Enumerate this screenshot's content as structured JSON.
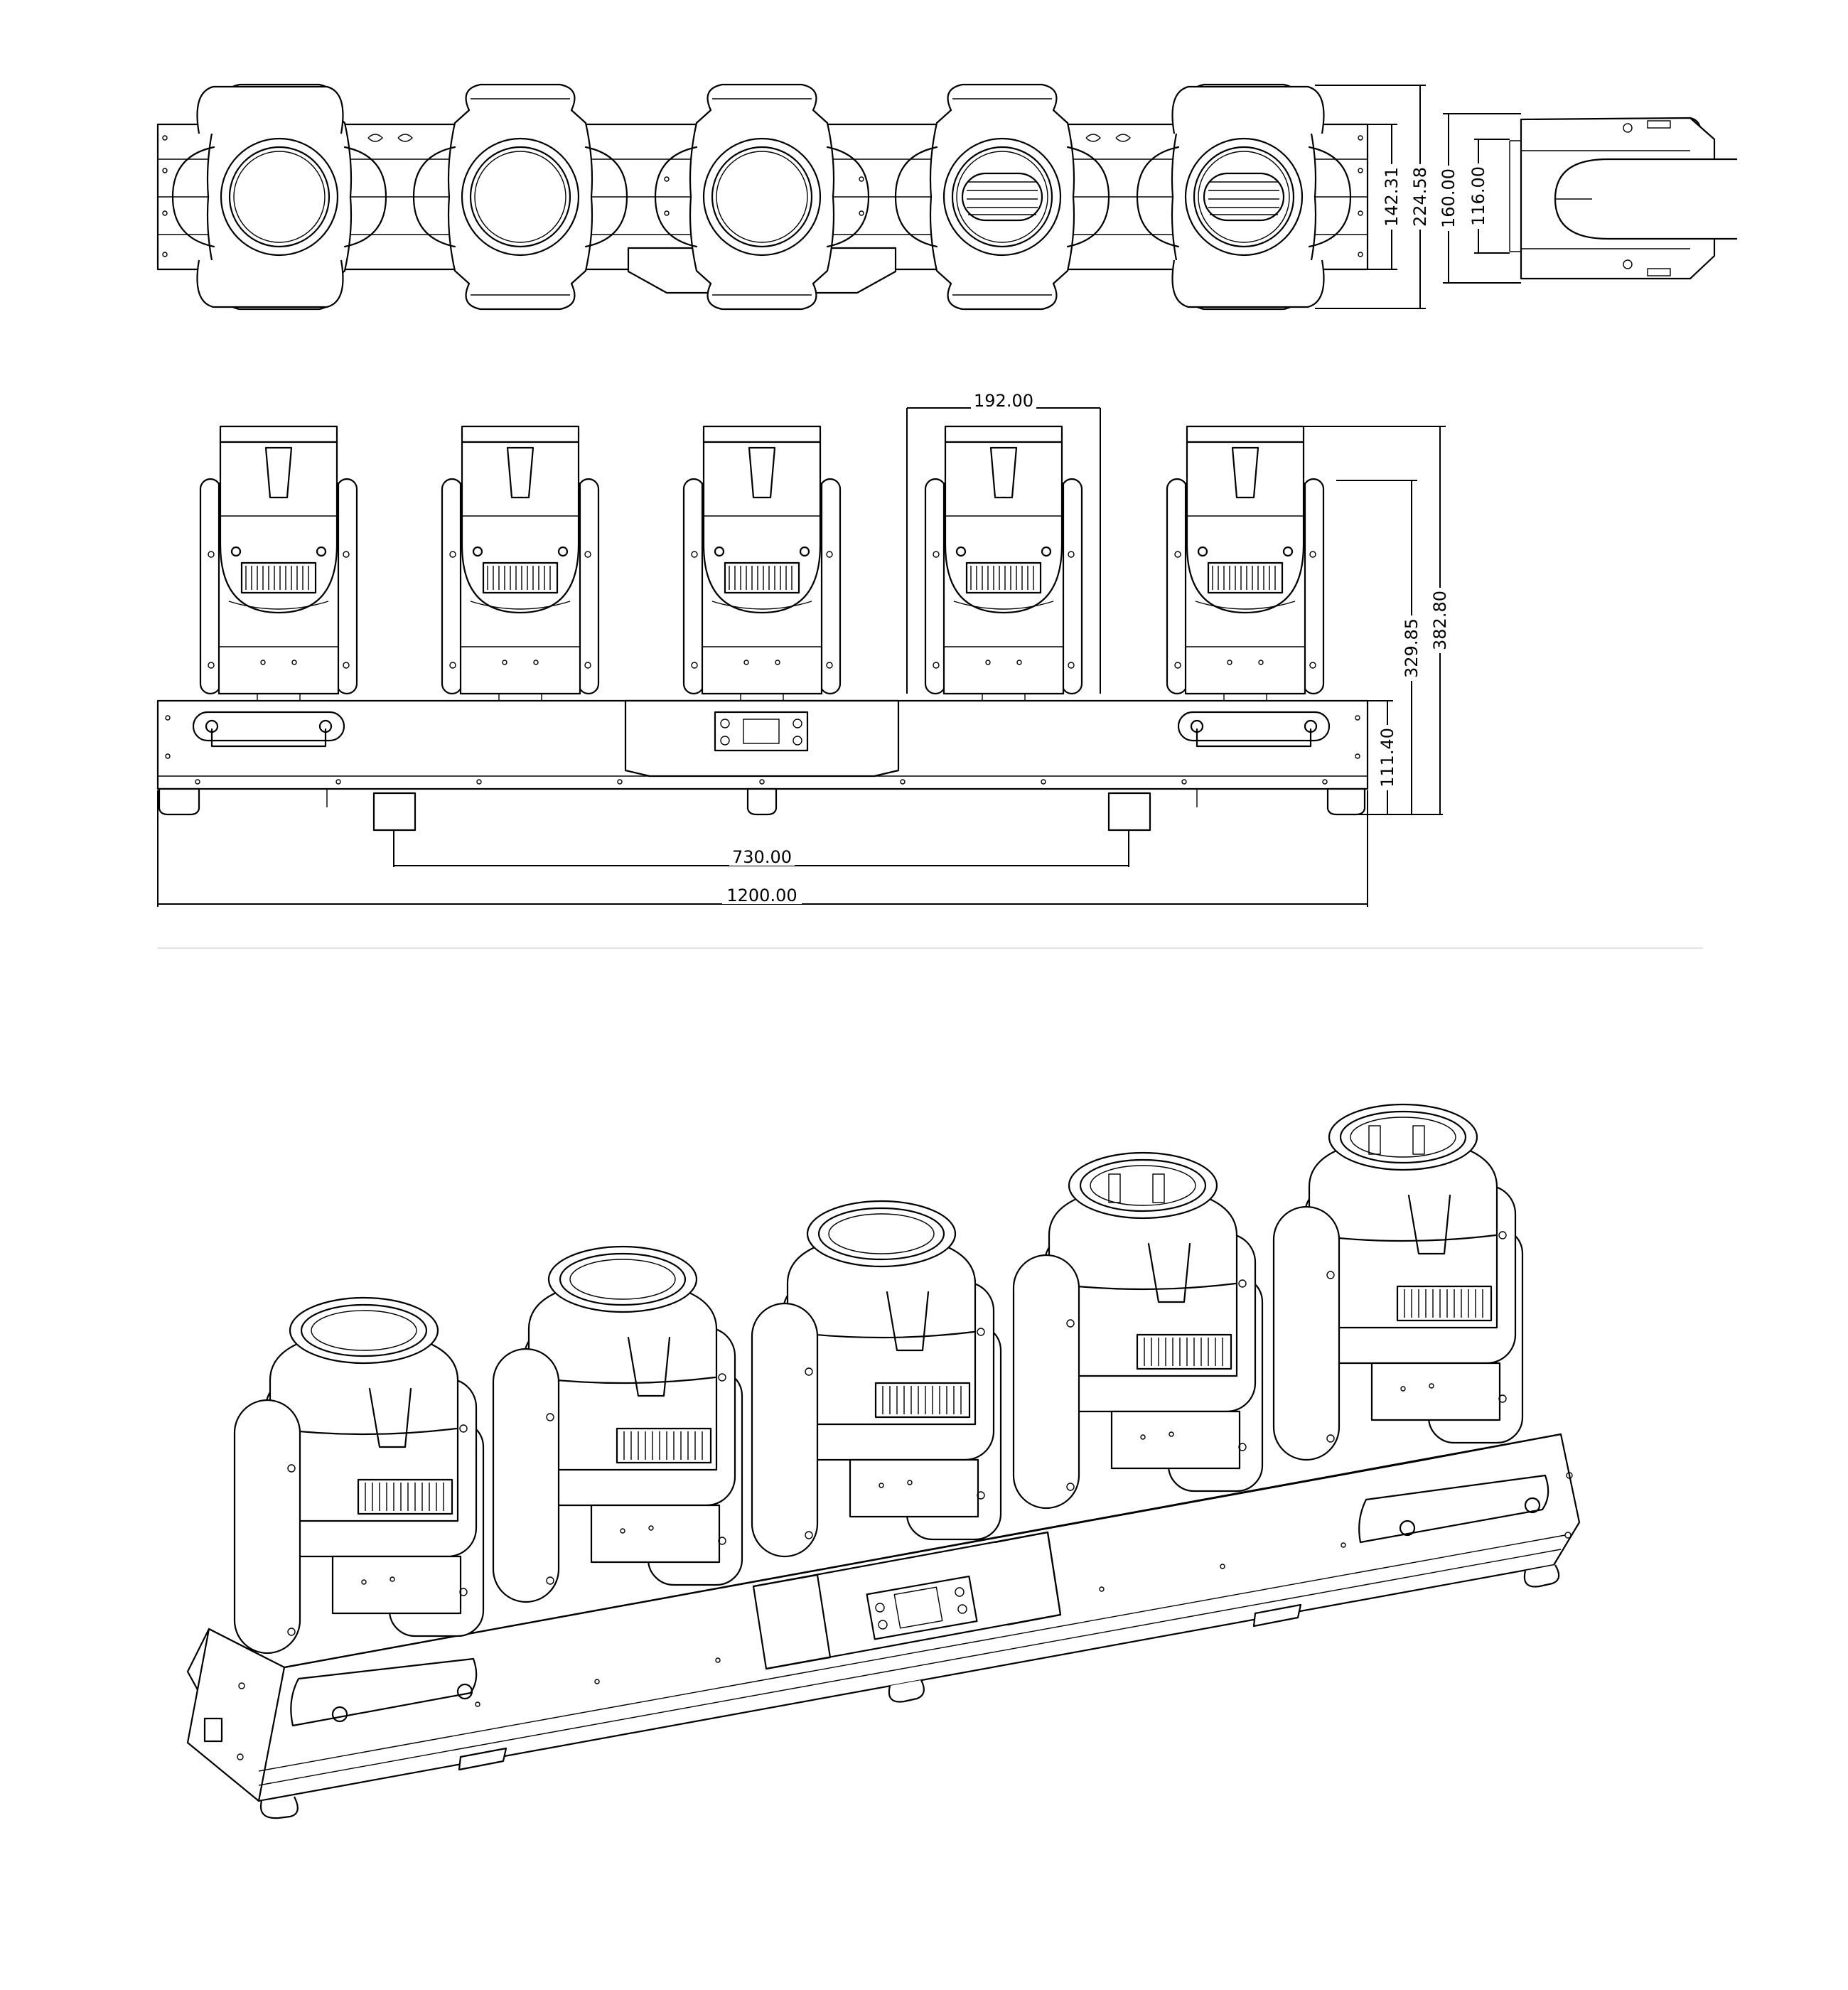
{
  "dimensions": {
    "top_view": {
      "d1": "142.31",
      "d2": "224.58",
      "d3": "160.00",
      "d4": "116.00"
    },
    "front_view": {
      "head_width": "192.00",
      "bar_height": "111.40",
      "pan_height": "329.85",
      "total_height": "382.80",
      "clamp_spacing": "730.00",
      "total_length": "1200.00"
    }
  },
  "colors": {
    "line": "#000000",
    "background": "#ffffff",
    "separator": "#e3e3e3"
  }
}
